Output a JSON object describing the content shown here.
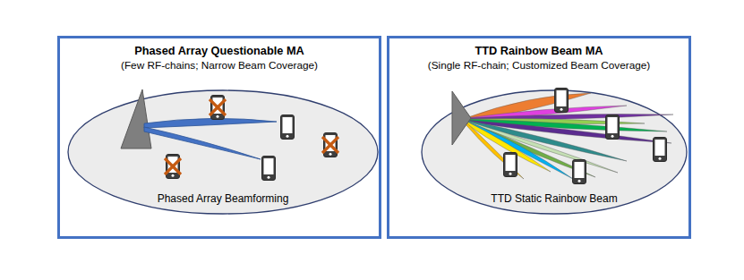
{
  "diagram": {
    "nodes": [
      {
        "text": [
          "Phased Array Questionable MA",
          "(Few RF-chains; Narrow Beam Coverage)"
        ]
      },
      {
        "text": [
          "Phased Array Beamforming"
        ],
        "in": 0
      },
      {
        "text": [
          "TTD Rainbow Beam MA",
          "(Single RF-chain; Customized Beam Coverage)"
        ]
      },
      {
        "text": [
          "TTD Static Rainbow Beam"
        ],
        "in": 2
      }
    ]
  }
}
